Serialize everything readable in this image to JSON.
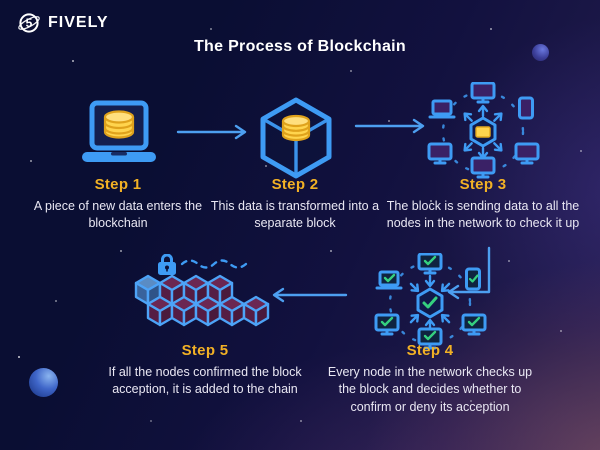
{
  "brand": {
    "name": "FIVELY",
    "logo_icon": "fively-5-swirl-icon"
  },
  "title": "The Process of Blockchain",
  "steps": [
    {
      "label": "Step 1",
      "description": "A piece of new data enters the blockchain",
      "icon": "laptop-coins-icon"
    },
    {
      "label": "Step 2",
      "description": "This data is transformed into a separate block",
      "icon": "cube-coins-icon"
    },
    {
      "label": "Step 3",
      "description": "The block is sending data to all the nodes in the network to check it up",
      "icon": "network-broadcast-icon"
    },
    {
      "label": "Step 4",
      "description": "Every node in the network checks up the block and decides whether to confirm or deny its acception",
      "icon": "network-verify-icon"
    },
    {
      "label": "Step 5",
      "description": "If all the nodes confirmed the block acception, it is added to the chain",
      "icon": "blockchain-cubes-lock-icon"
    }
  ],
  "colors": {
    "icon_blue": "#3e9bf4",
    "coin_yellow": "#ffd44d",
    "coin_edge": "#dfa21c",
    "check_green": "#35d07f",
    "cube_face_maroon": "#5c2147",
    "step_label_gold": "#f2b125",
    "body_text": "#e9e7f3",
    "background_navy": "#0a0e33",
    "background_purple": "#2a2050"
  }
}
